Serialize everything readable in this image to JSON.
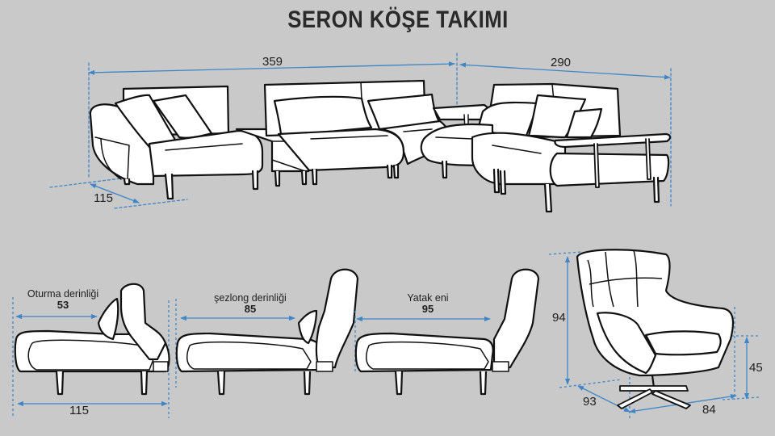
{
  "title": "SERON KÖŞE TAKIMI",
  "colors": {
    "background": "#c9c9c9",
    "dimension_line": "#3f86c6",
    "outline": "#111111",
    "fill": "#ffffff"
  },
  "top_view": {
    "dimensions": {
      "left_width": "359",
      "right_width": "290",
      "depth": "115"
    }
  },
  "side_views": [
    {
      "label": "Oturma derinliği",
      "value": "53",
      "overall_depth": "115"
    },
    {
      "label": "şezlong derinliği",
      "value": "85"
    },
    {
      "label": "Yatak eni",
      "value": "95"
    }
  ],
  "armchair": {
    "dimensions": {
      "height": "94",
      "seat_height": "45",
      "depth": "93",
      "width": "84"
    }
  }
}
